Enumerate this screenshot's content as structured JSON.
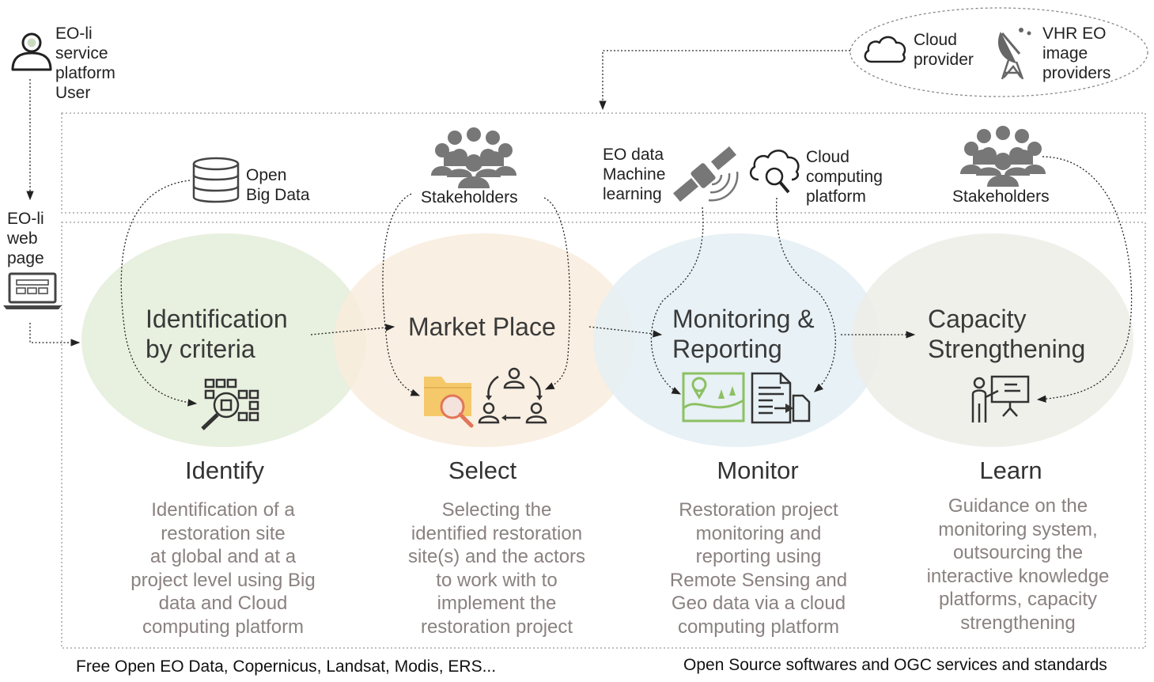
{
  "user": {
    "label": "EO-li\nservice\nplatform\nUser",
    "icon": "user-icon"
  },
  "webpage": {
    "label": "EO-li\nweb\npage",
    "icon": "laptop-icon"
  },
  "providers": {
    "cloud_label": "Cloud\nprovider",
    "vhr_label": "VHR EO\nimage\nproviders"
  },
  "top_resources": {
    "open_big_data": "Open\nBig Data",
    "stakeholders_1": "Stakeholders",
    "eo_ml": "EO data\nMachine\nlearning",
    "cloud_computing": "Cloud\ncomputing\nplatform",
    "stakeholders_2": "Stakeholders"
  },
  "phases": [
    {
      "title": "Identification\nby criteria",
      "stage": "Identify",
      "description": "Identification of a\nrestoration site\nat global and at a\nproject level using Big\ndata and Cloud\ncomputing platform",
      "color": "#e8f0df"
    },
    {
      "title": "Market Place",
      "stage": "Select",
      "description": "Selecting the\nidentified restoration\nsite(s) and the actors\nto work with to\nimplement the\nrestoration project",
      "color": "#f7ede0"
    },
    {
      "title": "Monitoring &\nReporting",
      "stage": "Monitor",
      "description": "Restoration project\nmonitoring and\nreporting using\nRemote Sensing and\nGeo data via a cloud\ncomputing platform",
      "color": "#e8f1f5"
    },
    {
      "title": "Capacity\nStrengthening",
      "stage": "Learn",
      "description": "Guidance on the\nmonitoring system,\noutsourcing the\ninteractive knowledge\nplatforms, capacity\nstrengthening",
      "color": "#eeeeea"
    }
  ],
  "footer": {
    "left": "Free Open EO Data, Copernicus, Landsat, Modis, ERS...",
    "right": "Open Source softwares and OGC services and standards"
  }
}
